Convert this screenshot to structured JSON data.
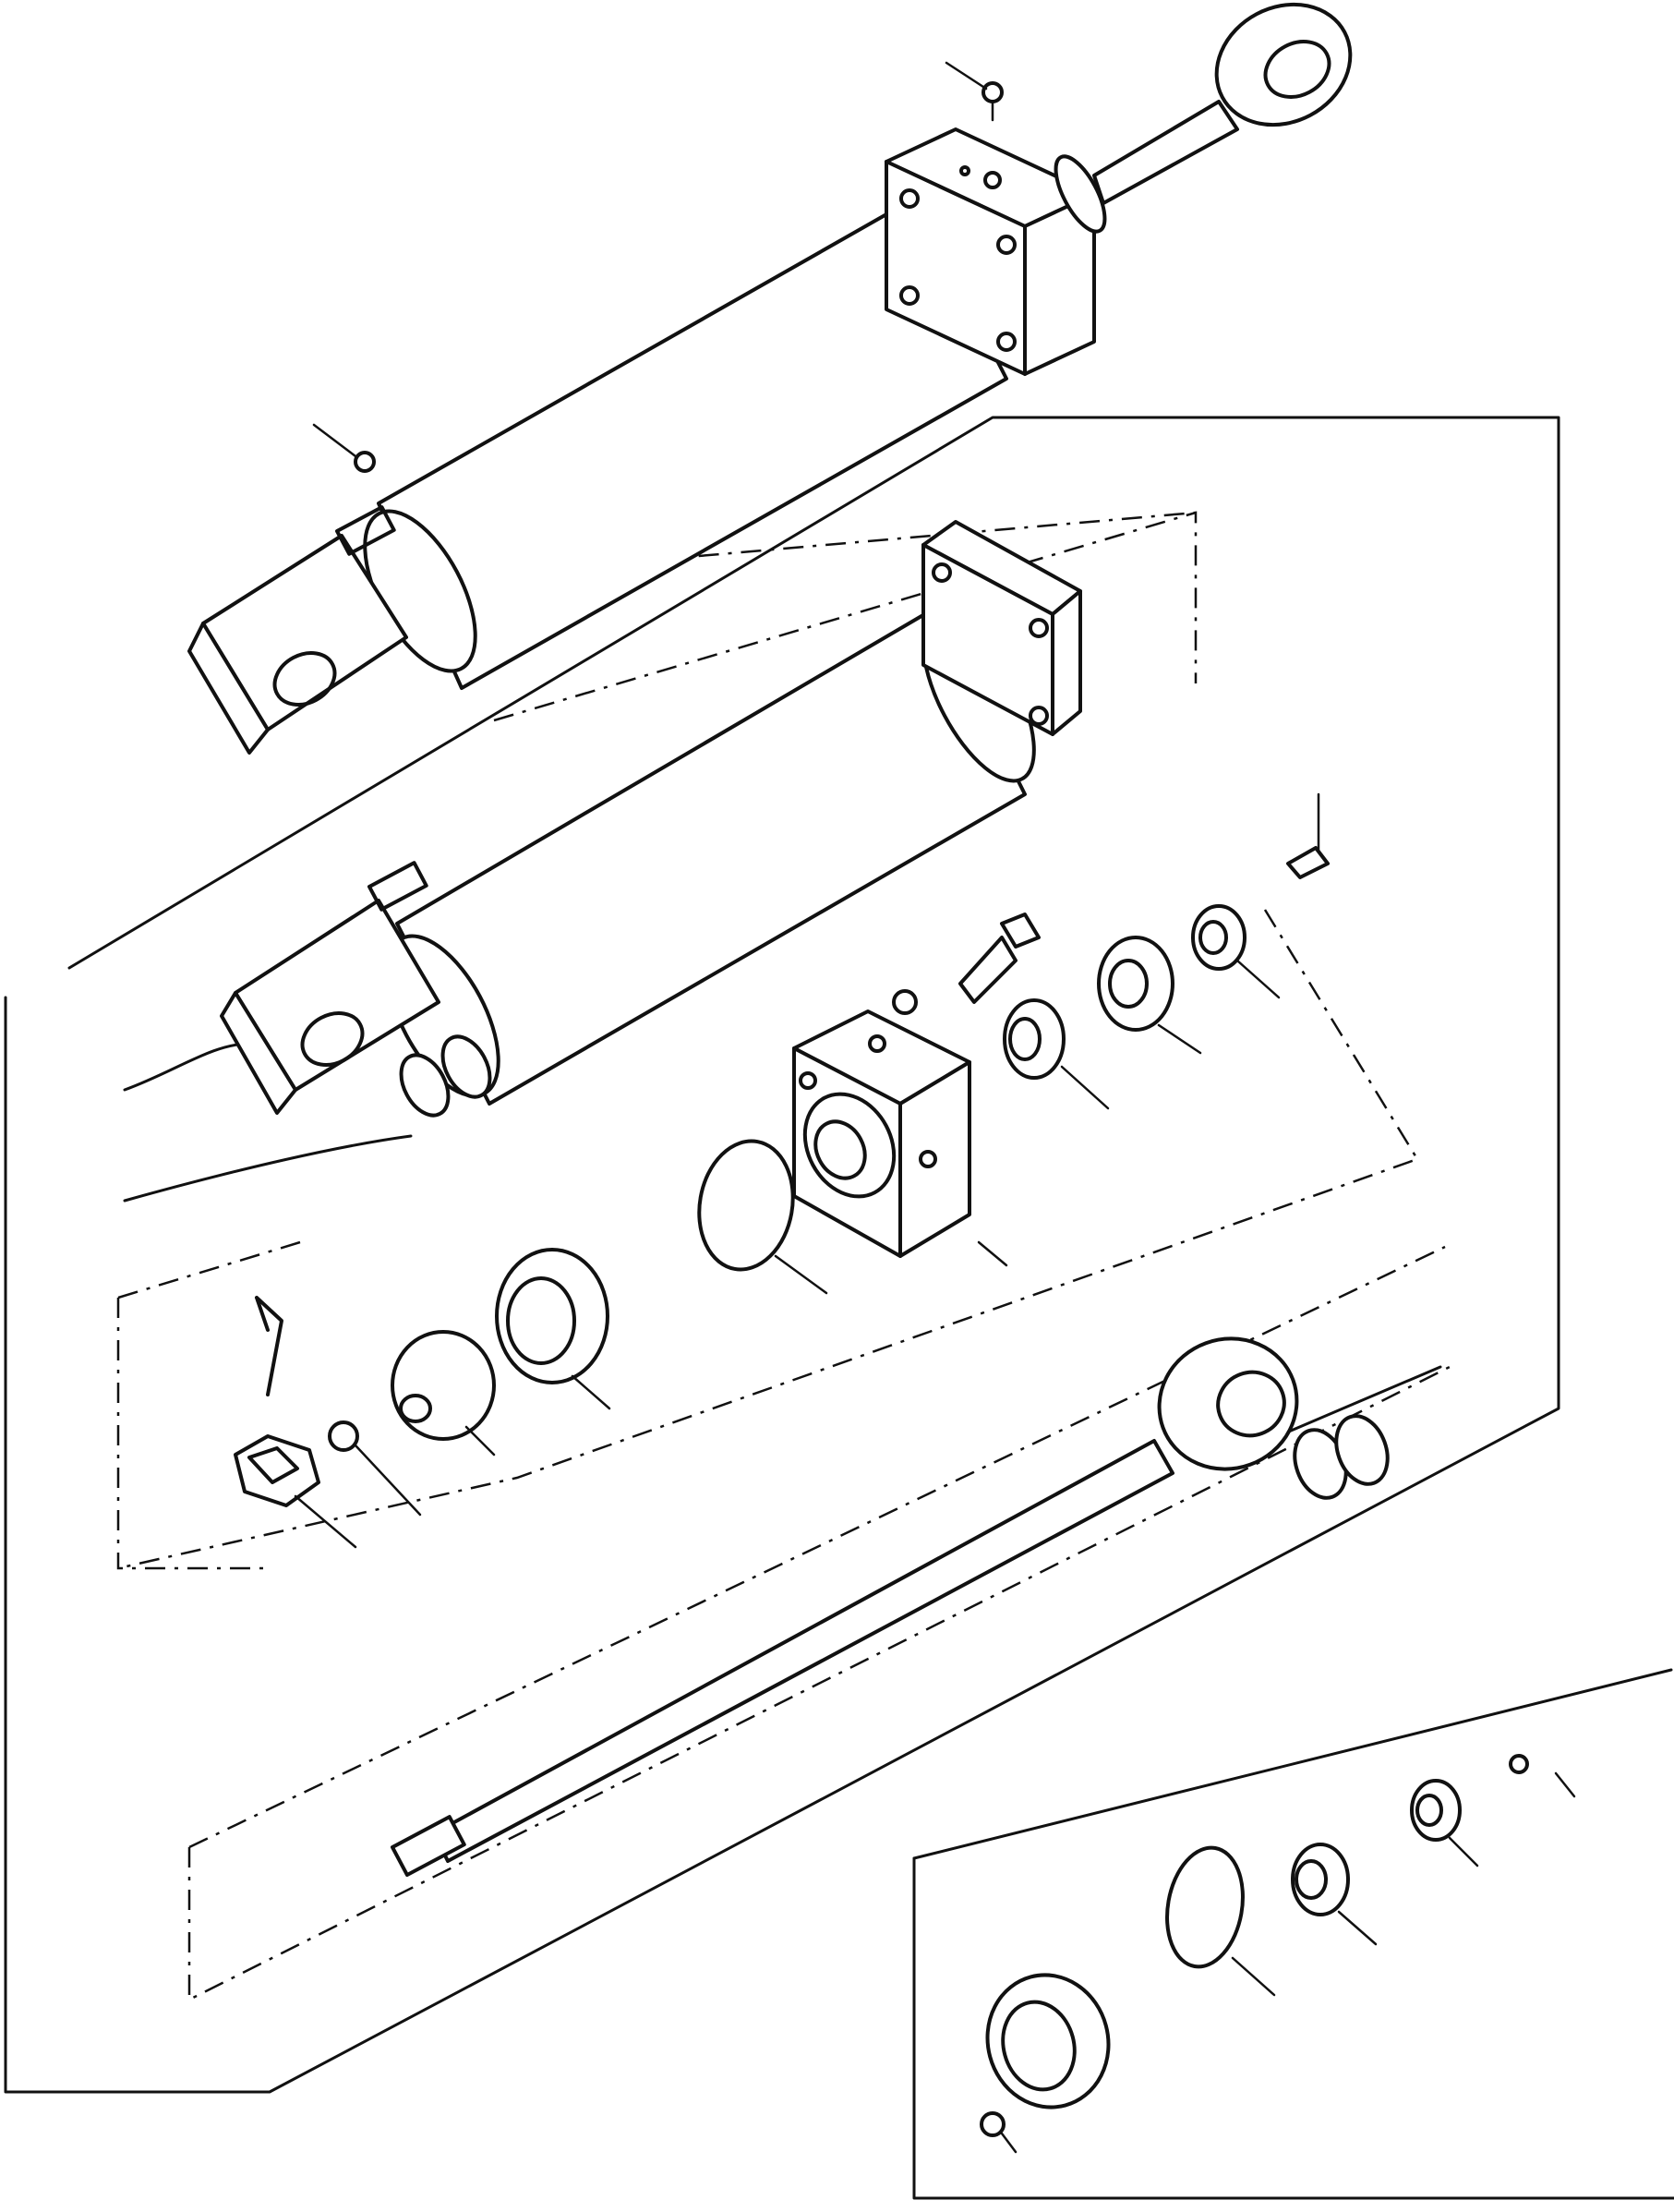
{
  "diagram": {
    "type": "exploded-parts-view",
    "subject": "hydraulic-cylinder",
    "labels": [],
    "components": [
      {
        "id": "assembled-cylinder"
      },
      {
        "id": "cylinder-tube"
      },
      {
        "id": "tube-bushing"
      },
      {
        "id": "rod-guide-head"
      },
      {
        "id": "head-bolt"
      },
      {
        "id": "snap-ring"
      },
      {
        "id": "wiper-spacer"
      },
      {
        "id": "seal-retainer"
      },
      {
        "id": "wiper-ring"
      },
      {
        "id": "grease-fitting"
      },
      {
        "id": "head-o-ring"
      },
      {
        "id": "piston"
      },
      {
        "id": "piston-ring-seal"
      },
      {
        "id": "small-o-ring"
      },
      {
        "id": "castle-nut"
      },
      {
        "id": "cotter-pin"
      },
      {
        "id": "piston-rod"
      },
      {
        "id": "rod-eye-bushing"
      },
      {
        "id": "seal-kit"
      }
    ]
  }
}
